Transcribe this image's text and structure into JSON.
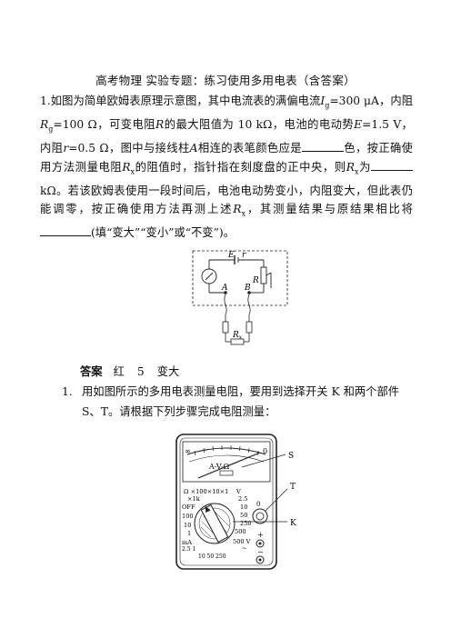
{
  "document": {
    "title": "高考物理  实验专题：练习使用多用电表（含答案）",
    "q1": {
      "number": "1.",
      "text_a": "如图为简单欧姆表原理示意图，其中电流表的满偏电流",
      "ig": "I",
      "ig_sub": "g",
      "text_b": "=300 μA，内阻",
      "rg": "R",
      "rg_sub": "g",
      "text_c": "=100 Ω，可变电阻",
      "r": "R",
      "text_d": "的最大阻值为 10 kΩ，电池的电动势",
      "e": "E",
      "text_e": "=1.5 V，内阻",
      "rr": "r",
      "text_f": "=0.5 Ω，图中与接线柱",
      "a": "A",
      "text_g": "相连的表笔颜色应是",
      "text_h": "色，按正确使用方法测量电阻",
      "rx": "R",
      "rx_sub": "x",
      "text_i": "的阻值时，指针指在刻度盘的正中央，则",
      "rx2": "R",
      "rx2_sub": "x",
      "text_j": "为",
      "text_k": "kΩ。若该欧姆表使用一段时间后，电池电动势变小，内阻变大，但此表仍能调零，按正确使用方法再测上述",
      "rx3": "R",
      "rx3_sub": "x",
      "text_l": "，其测量结果与原结果相比将",
      "text_m": "(填“变大”“变小”或“不变”)。"
    },
    "circuit": {
      "e_label": "E",
      "r_label": "r",
      "R_label": "R",
      "A_label": "A",
      "B_label": "B",
      "Rx_label": "R",
      "Rx_sub": "x"
    },
    "answer": {
      "label": "答案",
      "a1": "红",
      "a2": "5",
      "a3": "变大"
    },
    "q2": {
      "number": "1.",
      "text_a": "用如图所示的多用电表测量电阻，要用到选择开关",
      "k": "K",
      "text_b": "和两个部件",
      "s": "S、T",
      "text_c": "。请根据下列步骤完成电阻测量："
    },
    "multimeter": {
      "scale_inf": "∞",
      "scale_zero": "0",
      "dial_text": "A-V-Ω",
      "label_s": "S",
      "label_t": "T",
      "label_k": "K",
      "omega_range": "Ω  ×100×10×1",
      "x1k": "×1k",
      "v_mark": "V",
      "off": "OFF",
      "n25": "2.5",
      "n10a": "10",
      "n50": "50",
      "n250": "250",
      "n500": "500",
      "n100": "100",
      "n10b": "10",
      "n1": "1",
      "ma": "mA",
      "ma_vals": "2.5  1",
      "bottom_vals": "10  50 250",
      "v500": "500 V",
      "v_tilde": "~",
      "zero_knob": "0",
      "plus": "+",
      "minus": "−"
    }
  }
}
